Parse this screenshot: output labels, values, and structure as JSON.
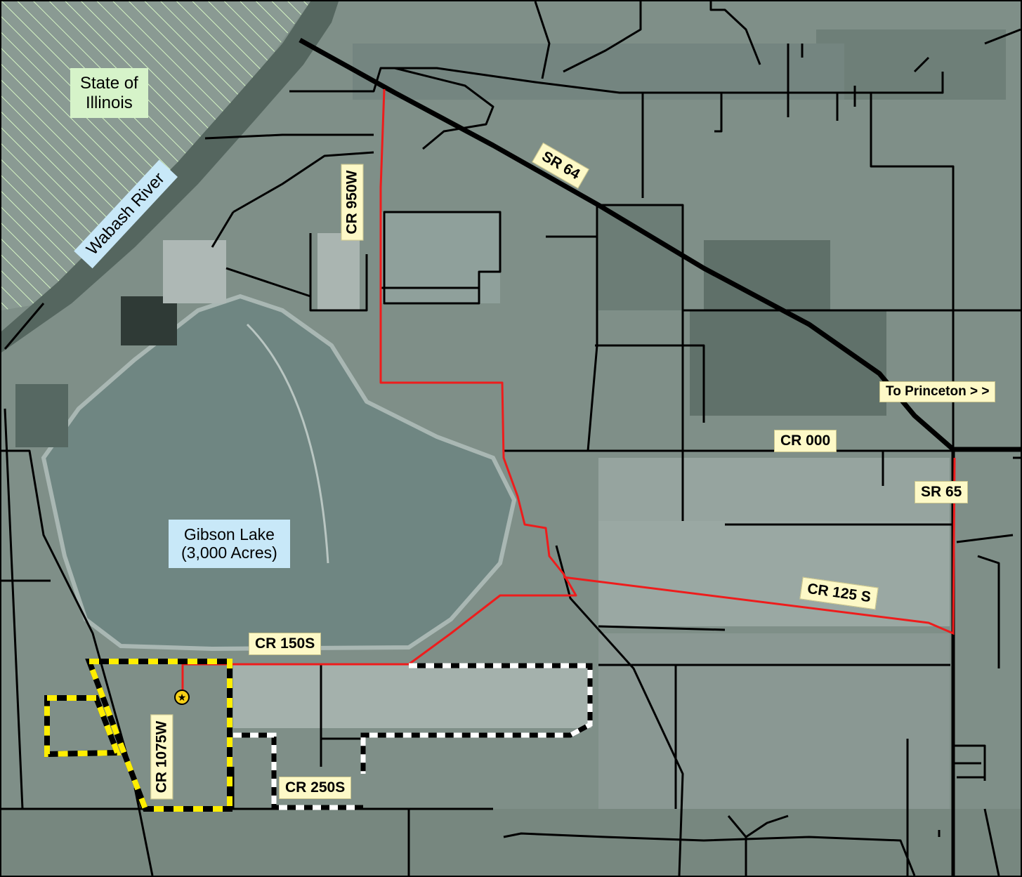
{
  "map": {
    "areas": {
      "state": "State of\nIllinois",
      "river": "Wabash River",
      "lake": "Gibson Lake\n(3,000 Acres)"
    },
    "roads": {
      "sr64": "SR 64",
      "sr65": "SR 65",
      "cr950w": "CR 950W",
      "cr000": "CR 000",
      "cr125s": "CR 125 S",
      "cr150s": "CR 150S",
      "cr1075w": "CR 1075W",
      "cr250s": "CR 250S",
      "princeton": "To Princeton > >"
    },
    "icons": {
      "plant": "power-plant-icon"
    },
    "colors": {
      "terrain": "#7d8d86",
      "lake": "#6f8682",
      "road": "#000000",
      "route": "#ee1c1c",
      "boundary_yellow": "#ffee00",
      "boundary_white": "#ffffff",
      "label_yellow": "#fdf9c7",
      "label_green": "#d6f3c9",
      "label_blue": "#c8e8f8"
    }
  }
}
